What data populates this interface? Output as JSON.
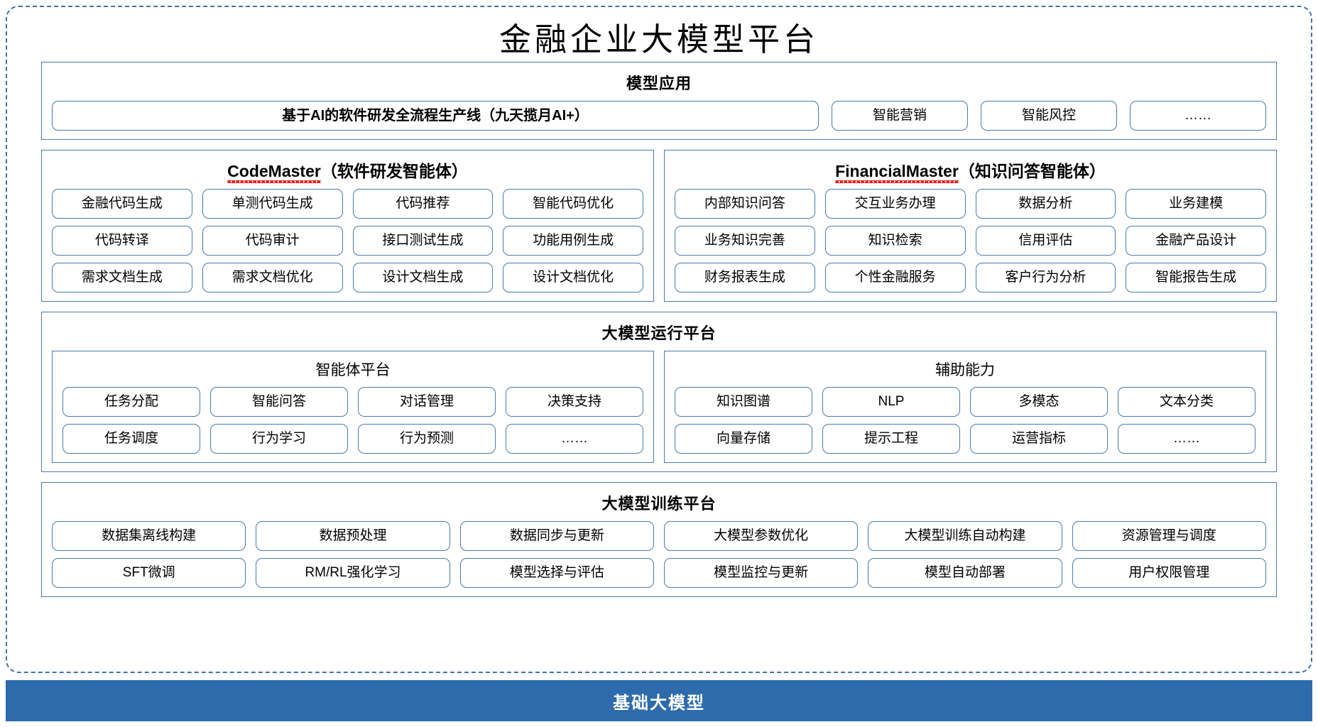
{
  "title": "金融企业大模型平台",
  "colors": {
    "border_blue": "#4a79b4",
    "frame_dashed": "#4472a8",
    "foundation_bar": "#2e6bad",
    "spellcheck_red": "#e81313"
  },
  "application_layer": {
    "title": "模型应用",
    "pipeline": "基于AI的软件研发全流程生产线（九天揽月AI+）",
    "items": [
      "智能营销",
      "智能风控",
      "……"
    ]
  },
  "agents": [
    {
      "name_en": "CodeMaster",
      "name_cn": "（软件研发智能体）",
      "spellcheck_underline": true,
      "rows": [
        [
          "金融代码生成",
          "单测代码生成",
          "代码推荐",
          "智能代码优化"
        ],
        [
          "代码转译",
          "代码审计",
          "接口测试生成",
          "功能用例生成"
        ],
        [
          "需求文档生成",
          "需求文档优化",
          "设计文档生成",
          "设计文档优化"
        ]
      ]
    },
    {
      "name_en": "FinancialMaster",
      "name_cn": "（知识问答智能体）",
      "spellcheck_underline": true,
      "rows": [
        [
          "内部知识问答",
          "交互业务办理",
          "数据分析",
          "业务建模"
        ],
        [
          "业务知识完善",
          "知识检索",
          "信用评估",
          "金融产品设计"
        ],
        [
          "财务报表生成",
          "个性金融服务",
          "客户行为分析",
          "智能报告生成"
        ]
      ]
    }
  ],
  "runtime_layer": {
    "title": "大模型运行平台",
    "panels": [
      {
        "title": "智能体平台",
        "rows": [
          [
            "任务分配",
            "智能问答",
            "对话管理",
            "决策支持"
          ],
          [
            "任务调度",
            "行为学习",
            "行为预测",
            "……"
          ]
        ]
      },
      {
        "title": "辅助能力",
        "rows": [
          [
            "知识图谱",
            "NLP",
            "多模态",
            "文本分类"
          ],
          [
            "向量存储",
            "提示工程",
            "运营指标",
            "……"
          ]
        ]
      }
    ]
  },
  "training_layer": {
    "title": "大模型训练平台",
    "rows": [
      [
        "数据集离线构建",
        "数据预处理",
        "数据同步与更新",
        "大模型参数优化",
        "大模型训练自动构建",
        "资源管理与调度"
      ],
      [
        "SFT微调",
        "RM/RL强化学习",
        "模型选择与评估",
        "模型监控与更新",
        "模型自动部署",
        "用户权限管理"
      ]
    ]
  },
  "foundation_layer": {
    "title": "基础大模型"
  }
}
